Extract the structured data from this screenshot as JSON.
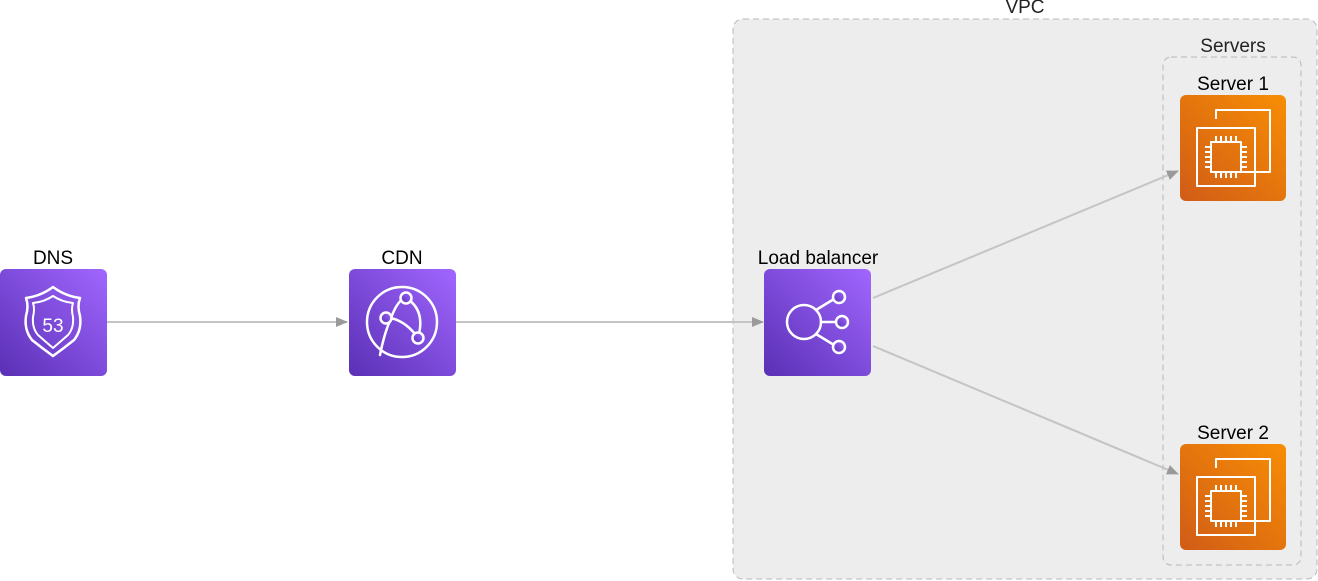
{
  "diagram": {
    "groups": {
      "vpc": {
        "label": "VPC"
      },
      "servers": {
        "label": "Servers"
      }
    },
    "nodes": {
      "dns": {
        "label": "DNS",
        "icon": "route53-shield-icon",
        "text": "53"
      },
      "cdn": {
        "label": "CDN",
        "icon": "cloudfront-globe-icon"
      },
      "load_balancer": {
        "label": "Load balancer",
        "icon": "load-balancer-icon"
      },
      "server1": {
        "label": "Server 1",
        "icon": "ec2-chip-icon"
      },
      "server2": {
        "label": "Server 2",
        "icon": "ec2-chip-icon"
      }
    },
    "edges": [
      {
        "from": "DNS",
        "to": "CDN"
      },
      {
        "from": "CDN",
        "to": "Load balancer"
      },
      {
        "from": "Load balancer",
        "to": "Server 1"
      },
      {
        "from": "Load balancer",
        "to": "Server 2"
      }
    ],
    "colors": {
      "purple_light": "#a166ff",
      "purple_dark": "#5a30b5",
      "orange_light": "#f78e04",
      "orange_dark": "#d05c17",
      "group_fill": "#ededed",
      "group_border": "#b8b8b8",
      "edge": "#c4c4c4",
      "arrowhead": "#9a9a9a"
    }
  }
}
